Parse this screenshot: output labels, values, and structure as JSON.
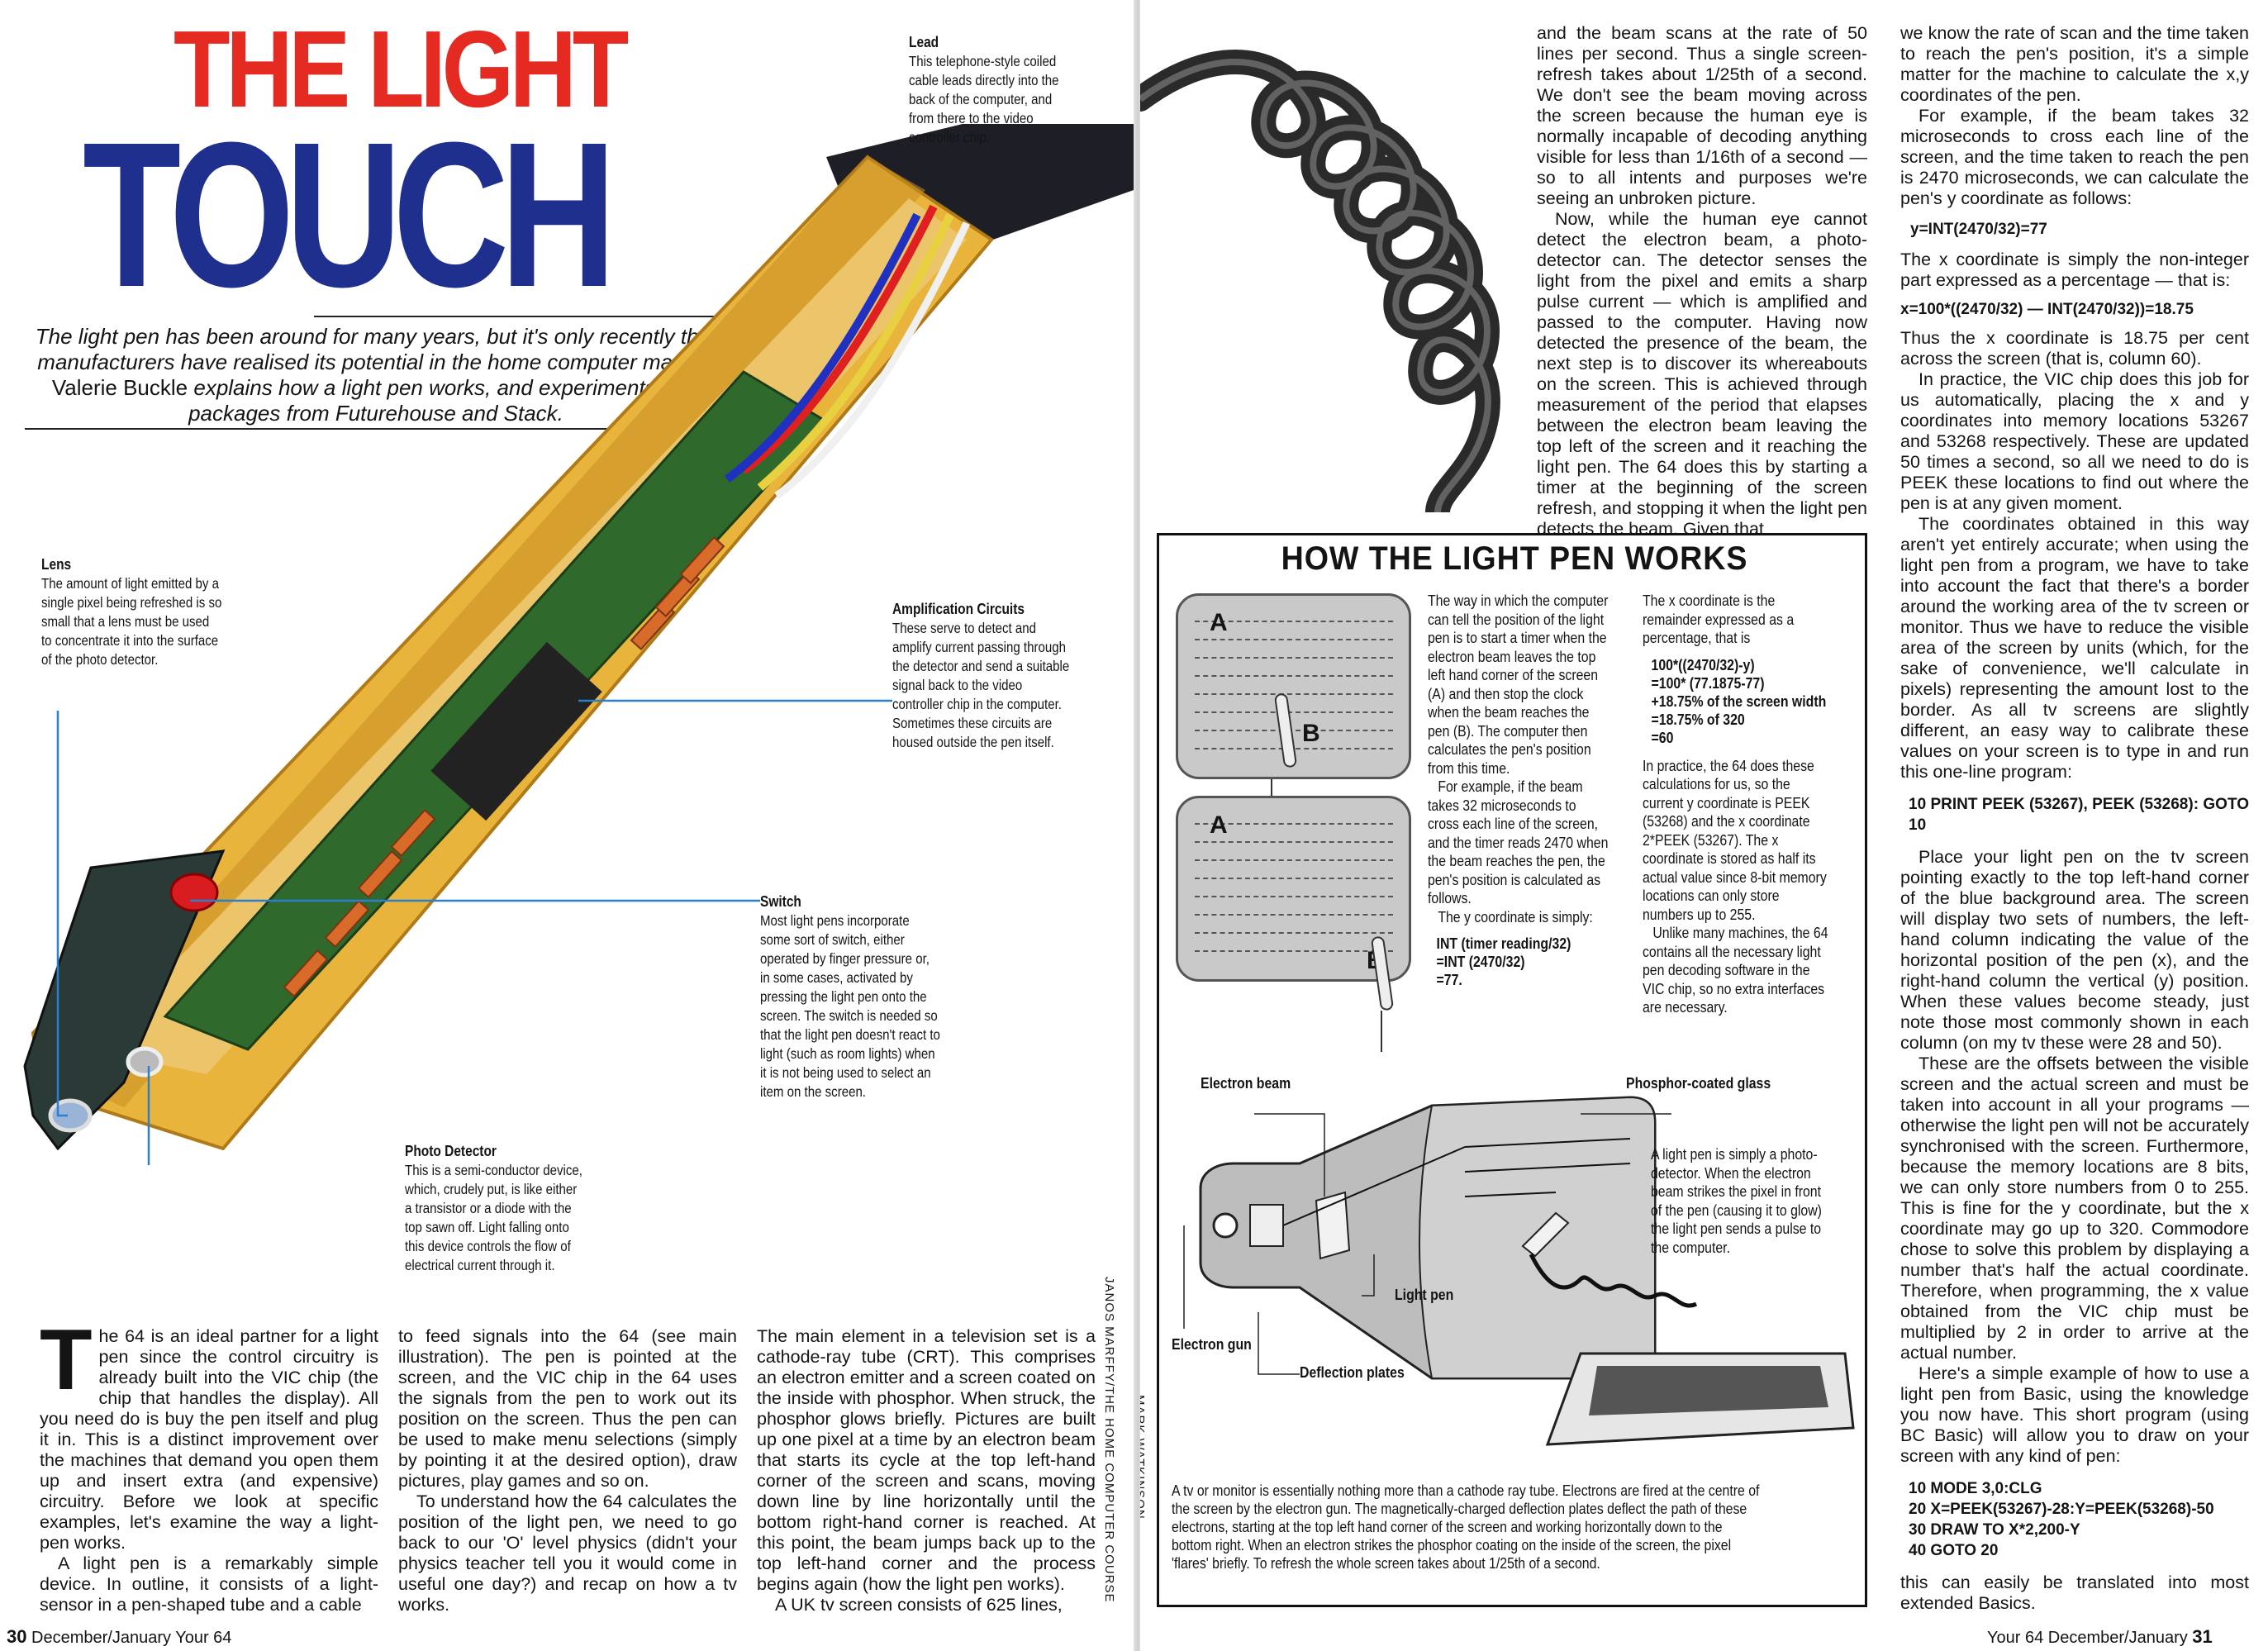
{
  "header": {
    "title_line1": "THE LIGHT",
    "title_line2": "TOUCH",
    "intro_part1": "The light pen has been around for many years, but it's only recently that manufacturers have realised its potential in the home computer market.",
    "intro_author": "Valerie Buckle",
    "intro_part2": "explains how a light pen works, and experiments with packages from Futurehouse and Stack."
  },
  "labels": {
    "lead_title": "Lead",
    "lead_text": "This telephone-style coiled cable leads directly into the back of the computer, and from there to the video controller chip.",
    "lens_title": "Lens",
    "lens_text": "The amount of light emitted by a single pixel being refreshed is so small that a lens must be used to concentrate it into the surface of the photo detector.",
    "amp_title": "Amplification Circuits",
    "amp_text": "These serve to detect and amplify current passing through the detector and send a suitable signal back to the video controller chip in the computer. Sometimes these circuits are housed outside the pen itself.",
    "switch_title": "Switch",
    "switch_text": "Most light pens incorporate some sort of switch, either operated by finger pressure or, in some cases, activated by pressing the light pen onto the screen. The switch is needed so that the light pen doesn't react to light (such as room lights) when it is not being used to select an item on the screen.",
    "photo_title": "Photo Detector",
    "photo_text": "This is a semi-conductor device, which, crudely put, is like either a transistor or a diode with the top sawn off. Light falling onto this device controls the flow of electrical current through it."
  },
  "left_body": {
    "dropcap": "T",
    "col1_p1": "he 64 is an ideal partner for a light pen since the control circuitry is already built into the VIC chip (the chip that handles the display). All you need do is buy the pen itself and plug it in. This is a distinct improvement over the machines that demand you open them up and insert extra (and expensive) circuitry. Before we look at specific examples, let's examine the way a light-pen works.",
    "col1_p2": "A light pen is a remarkably simple device. In outline, it consists of a light-sensor in a pen-shaped tube and a cable",
    "col2_p1": "to feed signals into the 64 (see main illustration). The pen is pointed at the screen, and the VIC chip in the 64 uses the signals from the pen to work out its position on the screen. Thus the pen can be used to make menu selections (simply by pointing it at the desired option), draw pictures, play games and so on.",
    "col2_p2": "To understand how the 64 calculates the position of the light pen, we need to go back to our 'O' level physics (didn't your physics teacher tell you it would come in useful one day?) and recap on how a tv works.",
    "col3_p1": "The main element in a television set is a cathode-ray tube (CRT). This comprises an electron emitter and a screen coated on the inside with phosphor. When struck, the phosphor glows briefly. Pictures are built up one pixel at a time by an electron beam that starts its cycle at the top left-hand corner of the screen and scans, moving down line by line horizontally until the bottom right-hand corner is reached. At this point, the beam jumps back up to the top left-hand corner and the process begins again (how the light pen works).",
    "col3_p2": "A UK tv screen consists of 625 lines,"
  },
  "credits": {
    "left_vertical": "JANOS MARFFY/THE HOME COMPUTER COURSE",
    "right_vertical": "MARK WATKINSON"
  },
  "folios": {
    "left_number": "30",
    "left_text": "December/January Your 64",
    "right_text": "Your 64 December/January",
    "right_number": "31"
  },
  "right_body": {
    "col1_p1": "and the beam scans at the rate of 50 lines per second. Thus a single screen-refresh takes about 1/25th of a second. We don't see the beam moving across the screen because the human eye is normally incapable of decoding anything visible for less than 1/16th of a second — so to all intents and purposes we're seeing an unbroken picture.",
    "col1_p2": "Now, while the human eye cannot detect the electron beam, a photo-detector can. The detector senses the light from the pixel and emits a sharp pulse current — which is amplified and passed to the computer. Having now detected the presence of the beam, the next step is to discover its whereabouts on the screen. This is achieved through measurement of the period that elapses between the electron beam leaving the top left of the screen and it reaching the light pen. The 64 does this by starting a timer at the beginning of the screen refresh, and stopping it when the light pen detects the beam. Given that",
    "col2_p1": "we know the rate of scan and the time taken to reach the pen's position, it's a simple matter for the machine to calculate the x,y coordinates of the pen.",
    "col2_p2": "For example, if the beam takes 32 microseconds to cross each line of the screen, and the time taken to reach the pen is 2470 microseconds, we can calculate the pen's y coordinate as follows:",
    "formula_y": "y=INT(2470/32)=77",
    "col2_p3": "The x coordinate is simply the non-integer part expressed as a percentage — that is:",
    "formula_x": "x=100*((2470/32) — INT(2470/32))=18.75",
    "col2_p4": "Thus the x coordinate is 18.75 per cent across the screen (that is, column 60).",
    "col2_p5": "In practice, the VIC chip does this job for us automatically, placing the x and y coordinates into memory locations 53267 and 53268 respectively. These are updated 50 times a second, so all we need to do is PEEK these locations to find out where the pen is at any given moment.",
    "col2_p6": "The coordinates obtained in this way aren't yet entirely accurate; when using the light pen from a program, we have to take into account the fact that there's a border around the working area of the tv screen or monitor. Thus we have to reduce the visible area of the screen by units (which, for the sake of convenience, we'll calculate in pixels) representing the amount lost to the border. As all tv screens are slightly different, an easy way to calibrate these values on your screen is to type in and run this one-line program:",
    "code1": "10 PRINT PEEK (53267), PEEK (53268): GOTO 10",
    "col2_p7": "Place your light pen on the tv screen pointing exactly to the top left-hand corner of the blue background area. The screen will display two sets of numbers, the left-hand column indicating the value of the horizontal position of the pen (x), and the right-hand column the vertical (y) position. When these values become steady, just note those most commonly shown in each column (on my tv these were 28 and 50).",
    "col2_p8": "These are the offsets between the visible screen and the actual screen and must be taken into account in all your programs — otherwise the light pen will not be accurately synchronised with the screen. Furthermore, because the memory locations are 8 bits, we can only store numbers from 0 to 255. This is fine for the y coordinate, but the x coordinate may go up to 320. Commodore chose to solve this problem by displaying a number that's half the actual coordinate. Therefore, when programming, the x value obtained from the VIC chip must be multiplied by 2 in order to arrive at the actual number.",
    "col2_p9": "Here's a simple example of how to use a light pen from Basic, using the knowledge you now have. This short program (using BC Basic) will allow you to draw on your screen with any kind of pen:",
    "code2": [
      "10 MODE 3,0:CLG",
      "20 X=PEEK(53267)-28:Y=PEEK(53268)-50",
      "30 DRAW TO X*2,200-Y",
      "40 GOTO 20"
    ],
    "col2_p10": "this can easily be translated into most extended Basics."
  },
  "box": {
    "title": "HOW THE LIGHT PEN WORKS",
    "label_a": "A",
    "label_b": "B",
    "colA_p1": "The way in which the computer can tell the position of the light pen is to start a timer when the electron beam leaves the top left hand corner of the screen (A) and then stop the clock when the beam reaches the pen (B). The computer then calculates the pen's position from this time.",
    "colA_p2": "For example, if the beam takes 32 microseconds to cross each line of the screen, and the timer reads 2470 when the beam reaches the pen, the pen's position is calculated as follows.",
    "colA_p3": "The y coordinate is simply:",
    "colA_formula": [
      "INT (timer reading/32)",
      "=INT (2470/32)",
      "=77."
    ],
    "colB_p1": "The x coordinate is the remainder expressed as a percentage, that is",
    "colB_formula": [
      "100*((2470/32)-y)",
      "=100* (77.1875-77)",
      "+18.75% of the screen width",
      "=18.75% of 320",
      "=60"
    ],
    "colB_p2": "In practice, the 64 does these calculations for us, so the current y coordinate is PEEK (53268) and the x coordinate 2*PEEK (53267). The x coordinate is stored as half its actual value since 8-bit memory locations can only store numbers up to 255.",
    "colB_p3": "Unlike many machines, the 64 contains all the necessary light pen decoding software in the VIC chip, so no extra interfaces are necessary.",
    "crt_electron_beam": "Electron beam",
    "crt_phosphor": "Phosphor-coated glass",
    "crt_light_pen": "Light pen",
    "crt_electron_gun": "Electron gun",
    "crt_deflection": "Deflection plates",
    "crt_caption": "A light pen is simply a photo-detector. When the electron beam strikes the pixel in front of the pen (causing it to glow) the light pen sends a pulse to the computer.",
    "caption": "A tv or monitor is essentially nothing more than a cathode ray tube. Electrons are fired at the centre of the screen by the electron gun. The magnetically-charged deflection plates deflect the path of these electrons, starting at the top left hand corner of the screen and working horizontally down to the bottom right. When an electron strikes the phosphor coating on the inside of the screen, the pixel 'flares' briefly. To refresh the whole screen takes about 1/25th of a second."
  },
  "colors": {
    "title_red": "#e52a22",
    "title_blue": "#1f2f8e",
    "pen_yellow": "#e8b43c",
    "board_green": "#2f6a2c",
    "callout_blue": "#2b7fd0"
  }
}
